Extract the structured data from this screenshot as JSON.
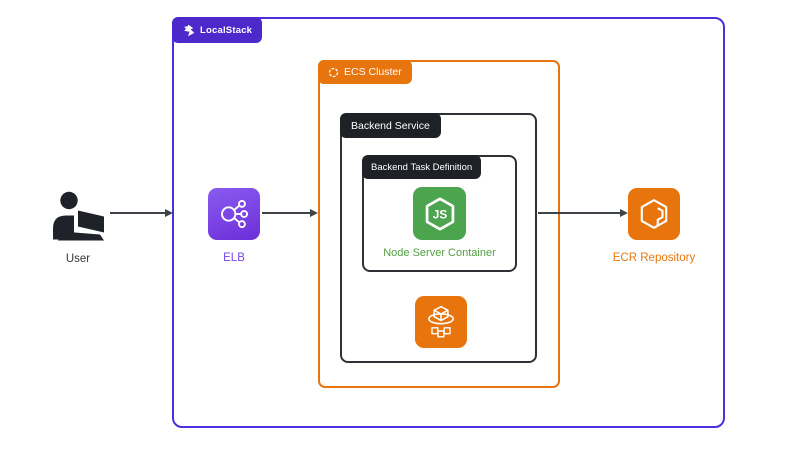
{
  "diagram": {
    "title": "LocalStack ECS architecture diagram",
    "containers": {
      "localstack": {
        "label": "LocalStack"
      },
      "ecs_cluster": {
        "label": "ECS Cluster"
      },
      "backend_service": {
        "label": "Backend Service"
      },
      "task_definition": {
        "label": "Backend Task Definition"
      }
    },
    "nodes": {
      "user": {
        "label": "User",
        "icon": "user-at-laptop-icon"
      },
      "elb": {
        "label": "ELB",
        "icon": "elastic-load-balancer-icon"
      },
      "node_container": {
        "label": "Node Server Container",
        "icon": "nodejs-icon"
      },
      "ecs_service": {
        "label": "",
        "icon": "ecs-service-icon"
      },
      "ecr": {
        "label": "ECR Repository",
        "icon": "ecr-icon"
      }
    },
    "edges": [
      {
        "from": "user",
        "to": "localstack"
      },
      {
        "from": "elb",
        "to": "ecs_cluster"
      },
      {
        "from": "backend_service",
        "to": "ecr"
      }
    ],
    "colors": {
      "localstack_purple": "#4D29CC",
      "localstack_border": "#4B2FE0",
      "aws_orange": "#E8740E",
      "dark_label": "#1E2126",
      "dark_border": "#2E3237",
      "node_green": "#4CA44F",
      "node_green_text": "#539E43",
      "elb_purple_text": "#7B45E8",
      "ecr_orange_text": "#E8770E",
      "arrow_gray": "#3F434A"
    }
  }
}
